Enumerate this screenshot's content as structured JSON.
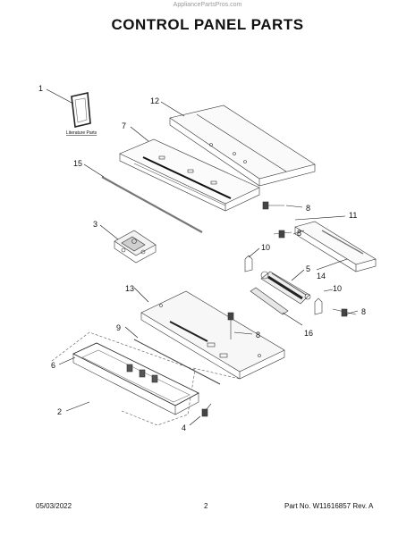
{
  "watermark": "AppliancePartsPros.com",
  "title": "CONTROL PANEL PARTS",
  "literature_label": "Literature Parts",
  "callouts": {
    "c1": "1",
    "c2": "2",
    "c3": "3",
    "c4": "4",
    "c5": "5",
    "c6": "6",
    "c7": "7",
    "c8a": "8",
    "c8b": "8",
    "c8c": "8",
    "c8d": "8",
    "c9": "9",
    "c10a": "10",
    "c10b": "10",
    "c11": "11",
    "c12": "12",
    "c13": "13",
    "c14": "14",
    "c15": "15",
    "c16": "16"
  },
  "footer": {
    "date": "05/03/2022",
    "page": "2",
    "part": "Part No. W11616857  Rev. A"
  }
}
